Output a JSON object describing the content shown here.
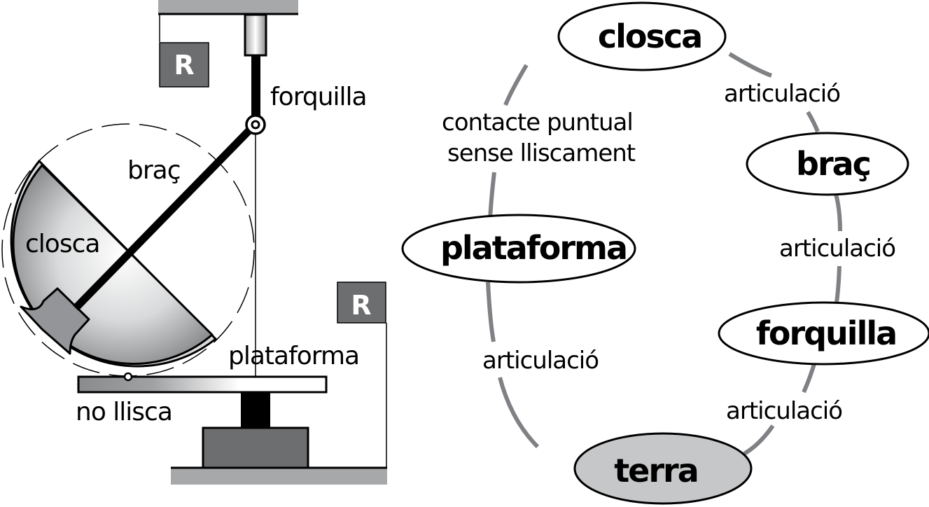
{
  "mechanism": {
    "labels": {
      "fork": "forquilla",
      "arm": "braç",
      "shell": "closca",
      "platform": "plataforma",
      "no_slip": "no llisca"
    },
    "reference_marker": "R",
    "colors": {
      "ground": "#a7a8aa",
      "reference_box": "#6d6e70",
      "base_box": "#6d6e70",
      "weight": "#939598"
    }
  },
  "graph": {
    "nodes": [
      {
        "id": "closca",
        "label": "closca",
        "fill": "#ffffff"
      },
      {
        "id": "brac",
        "label": "braç",
        "fill": "#ffffff"
      },
      {
        "id": "plataforma",
        "label": "plataforma",
        "fill": "#ffffff"
      },
      {
        "id": "forquilla",
        "label": "forquilla",
        "fill": "#ffffff"
      },
      {
        "id": "terra",
        "label": "terra",
        "fill": "#c6c7c8"
      }
    ],
    "edges": [
      {
        "from": "closca",
        "to": "brac",
        "label": [
          "articulació"
        ]
      },
      {
        "from": "brac",
        "to": "forquilla",
        "label": [
          "articulació"
        ]
      },
      {
        "from": "forquilla",
        "to": "terra",
        "label": [
          "articulació"
        ]
      },
      {
        "from": "plataforma",
        "to": "terra",
        "label": [
          "articulació"
        ]
      },
      {
        "from": "closca",
        "to": "plataforma",
        "label": [
          "contacte puntual",
          "sense lliscament"
        ]
      }
    ],
    "edge_color": "#808184"
  }
}
